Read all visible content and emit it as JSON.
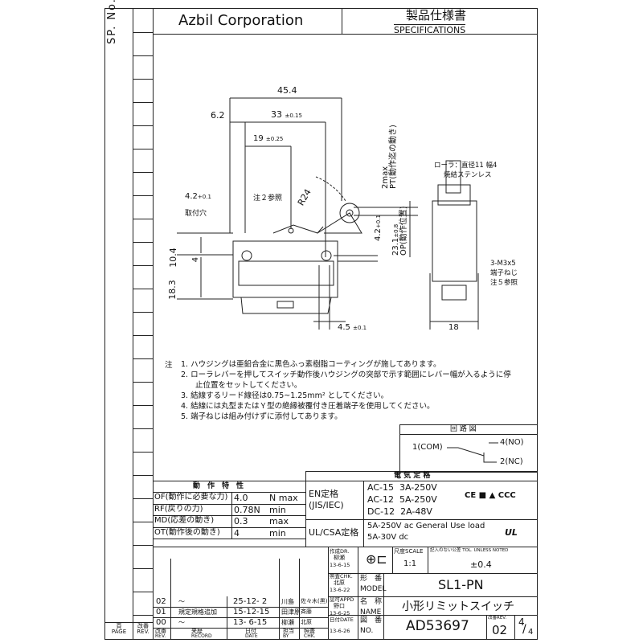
{
  "sidebar": {
    "sp_no": "SP. No."
  },
  "header": {
    "company": "Azbil Corporation",
    "title_jp": "製品仕様書",
    "title_en": "SPECIFICATIONS"
  },
  "drawing": {
    "dims": {
      "overall_width": "45.4",
      "offset": "6.2",
      "hole_pitch": "33",
      "hole_pitch_tol": "±0.15",
      "pivot": "19",
      "pivot_tol": "±0.25",
      "radius": "R24",
      "hole_dia": "4.2",
      "hole_tol_upper": "+0.1",
      "hole_tol_lower": "0",
      "hole_label": "取付穴",
      "note2_ref": "注２参照",
      "h1": "10.4",
      "h2": "4",
      "h3": "18.3",
      "pt": "2max",
      "pt_label": "PT(動作迄の動き)",
      "op": "23.1",
      "op_tol": "±0.8",
      "op_label": "OP(動作位置)",
      "v_hole": "4.2",
      "v_hole_tol_upper": "+0.1",
      "v_hole_tol_lower": "0",
      "bottom": "4.5",
      "bottom_tol": "±0.1",
      "side_width": "18"
    },
    "roller_note": [
      "ローラ：直径11 幅4",
      "焼結ステンレス"
    ],
    "terminal_note": [
      "3-M3x5",
      "端子ねじ",
      "注５参照"
    ]
  },
  "notes": {
    "label": "注",
    "items": [
      "1. ハウジングは亜鉛合金に黒色ふっ素樹脂コーティングが施してあります。",
      "2. ローラレバーを押してスイッチ動作後ハウジングの突部で示す範囲にレバー幅が入るように停",
      "止位置をセットしてください。",
      "3. 結線するリード線径は0.75~1.25mm² としてください。",
      "4. 結線には丸型またはＹ型の絶縁被覆付き圧着端子を使用してください。",
      "5. 端子ねじは組み付けずに添付してあります。"
    ]
  },
  "circuit": {
    "title": "回 路 図",
    "com": "1(COM)",
    "no": "4(NO)",
    "nc": "2(NC)"
  },
  "electrical": {
    "title": "電 気 定 格",
    "en_label": "EN定格",
    "en_sub": "(JIS/IEC)",
    "en_rows": [
      "AC-15  3A-250V",
      "AC-12  5A-250V",
      "DC-12  2A-48V"
    ],
    "ul_label": "UL/CSA定格",
    "ul_rows": [
      "5A-250V ac General Use load",
      "5A-30V dc"
    ],
    "marks": "CE ■ ▲ CCC",
    "ul_mark": "UL"
  },
  "operating": {
    "title": "動　作　特　性",
    "rows": [
      {
        "k": "OF(動作に必要な力)",
        "v": "4.0",
        "u": "N max"
      },
      {
        "k": "RF(戻りの力)",
        "v": "0.78N",
        "u": "min"
      },
      {
        "k": "MD(応差の動き)",
        "v": "0.3",
        "u": "max"
      },
      {
        "k": "OT(動作後の動き)",
        "v": "4",
        "u": "min"
      }
    ]
  },
  "revisions": {
    "rows": [
      {
        "rev": "02",
        "record": "～",
        "date": "25-12- 2",
        "by": "川島",
        "chk": "佐々木(黒)"
      },
      {
        "rev": "01",
        "record": "規定規格追加",
        "date": "15-12-15",
        "by": "田津原",
        "chk": "斉藤"
      },
      {
        "rev": "00",
        "record": "～",
        "date": "13- 6-15",
        "by": "柳瀬",
        "chk": "北原"
      }
    ],
    "headers": {
      "rev": "改番",
      "rev_en": "REV.",
      "record": "来歴",
      "record_en": "RECORD",
      "date": "日付",
      "date_en": "DATE",
      "by": "担当",
      "by_en": "BY",
      "chk": "照査",
      "chk_en": "CHK."
    },
    "page": "頁",
    "page_en": "PAGE",
    "rev2": "改番",
    "rev2_en": "REV."
  },
  "titleblock": {
    "dr": "作成DR.",
    "dr_name": "柳瀬",
    "dr_date": "13-6-15",
    "chk": "照査CHK.",
    "chk_name": "北原",
    "chk_date": "13-6-22",
    "appd": "認可APPD",
    "appd_name": "野口",
    "appd_date": "13-6-25",
    "date_label": "日付DATE",
    "date": "13-6-26",
    "scale_label": "尺度SCALE",
    "scale": "1:1",
    "tol_label": "記入のない公差 TOL. UNLESS NOTED",
    "tol": "±0.4",
    "model_jp": "形　番",
    "model_en": "MODEL",
    "model": "SL1-PN",
    "name_jp": "名　称",
    "name_en": "NAME",
    "name": "小形リミットスイッチ",
    "no_jp": "図　番",
    "no_en": "NO.",
    "number": "AD53697",
    "rev_label": "改番REV.",
    "rev": "02",
    "sheet": "4",
    "sheets": "4"
  }
}
